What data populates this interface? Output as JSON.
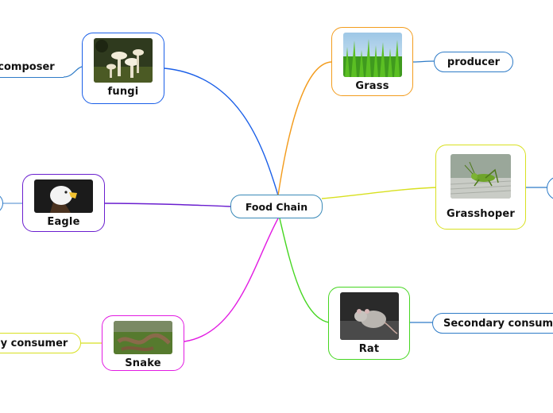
{
  "center": {
    "label": "Food Chain"
  },
  "nodes": {
    "fungi": {
      "label": "fungi",
      "color": "#1a5fe8",
      "image": "mushroom-photo"
    },
    "grass": {
      "label": "Grass",
      "color": "#f39c1d",
      "image": "grass-photo"
    },
    "grasshopper": {
      "label": "Grasshoper",
      "color": "#d8e020",
      "image": "grasshopper-photo"
    },
    "eagle": {
      "label": "Eagle",
      "color": "#6a1ecf",
      "image": "eagle-photo"
    },
    "rat": {
      "label": "Rat",
      "color": "#45d620",
      "image": "rat-photo"
    },
    "snake": {
      "label": "Snake",
      "color": "#e21be2",
      "image": "snake-photo"
    }
  },
  "pills": {
    "decomposer": {
      "label": "composer",
      "color": "#2e7bc7"
    },
    "producer": {
      "label": "producer",
      "color": "#2e7bc7"
    },
    "secondary": {
      "label": "Secondary consum",
      "color": "#2e7bc7"
    },
    "primary": {
      "label": "y consumer",
      "color": "#d8e020"
    }
  }
}
